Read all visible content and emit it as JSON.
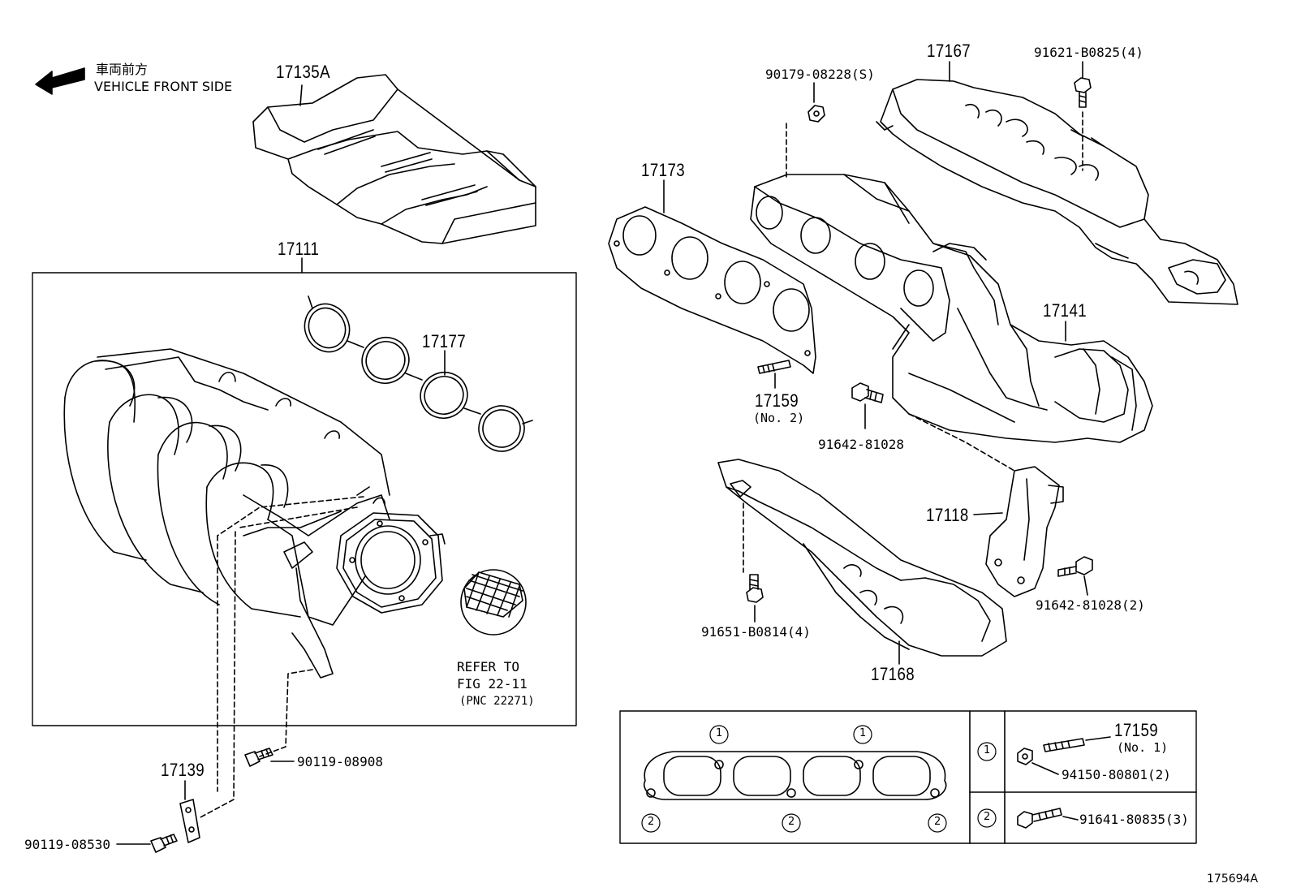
{
  "direction": {
    "jp": "車両前方",
    "en": "VEHICLE FRONT SIDE"
  },
  "parts": {
    "heat_insulator_top": "17135A",
    "intake_manifold": "17111",
    "gasket_intake": "17177",
    "bracket_manifold": "17139",
    "bolt_90119_08530": "90119-08530",
    "bolt_90119_08908": "90119-08908",
    "nut_90179": "90179-08228(S)",
    "gasket_exhaust": "17173",
    "insulator_17167": "17167",
    "bolt_91621": "91621-B0825(4)",
    "stud_17159_no2": "17159",
    "stud_no2_note": "(No. 2)",
    "bolt_91642_a": "91642-81028",
    "converter_17141": "17141",
    "stay_17118": "17118",
    "bolt_91642_b": "91642-81028(2)",
    "bolt_91651": "91651-B0814(4)",
    "insulator_17168": "17168"
  },
  "refer": {
    "line1": "REFER TO",
    "line2": "FIG 22-11",
    "line3": "(PNC 22271)"
  },
  "legend": {
    "marker1": "1",
    "marker2": "2",
    "row1_part": "17159",
    "row1_note": "(No. 1)",
    "row1_nut": "94150-80801(2)",
    "row2_bolt": "91641-80835(3)"
  },
  "figure_id": "175694A"
}
